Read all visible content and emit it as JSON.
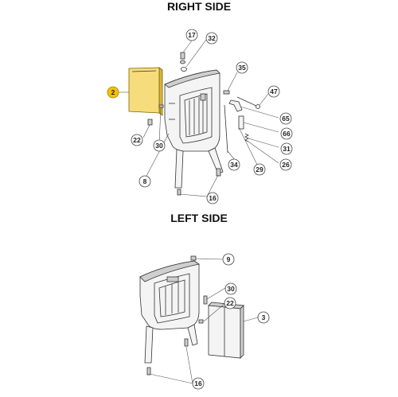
{
  "headings": {
    "right": "RIGHT SIDE",
    "left": "LEFT SIDE"
  },
  "right_callouts": {
    "c2": "2",
    "c17": "17",
    "c32": "32",
    "c35": "35",
    "c47": "47",
    "c65": "65",
    "c66": "66",
    "c31": "31",
    "c26": "26",
    "c29": "29",
    "c34": "34",
    "c22": "22",
    "c30": "30",
    "c8": "8",
    "c16": "16"
  },
  "left_callouts": {
    "c9": "9",
    "c30": "30",
    "c22": "22",
    "c3": "3",
    "c16": "16"
  },
  "colors": {
    "highlight": "#f2c200",
    "highlight_panel": "#f6dc7a"
  }
}
